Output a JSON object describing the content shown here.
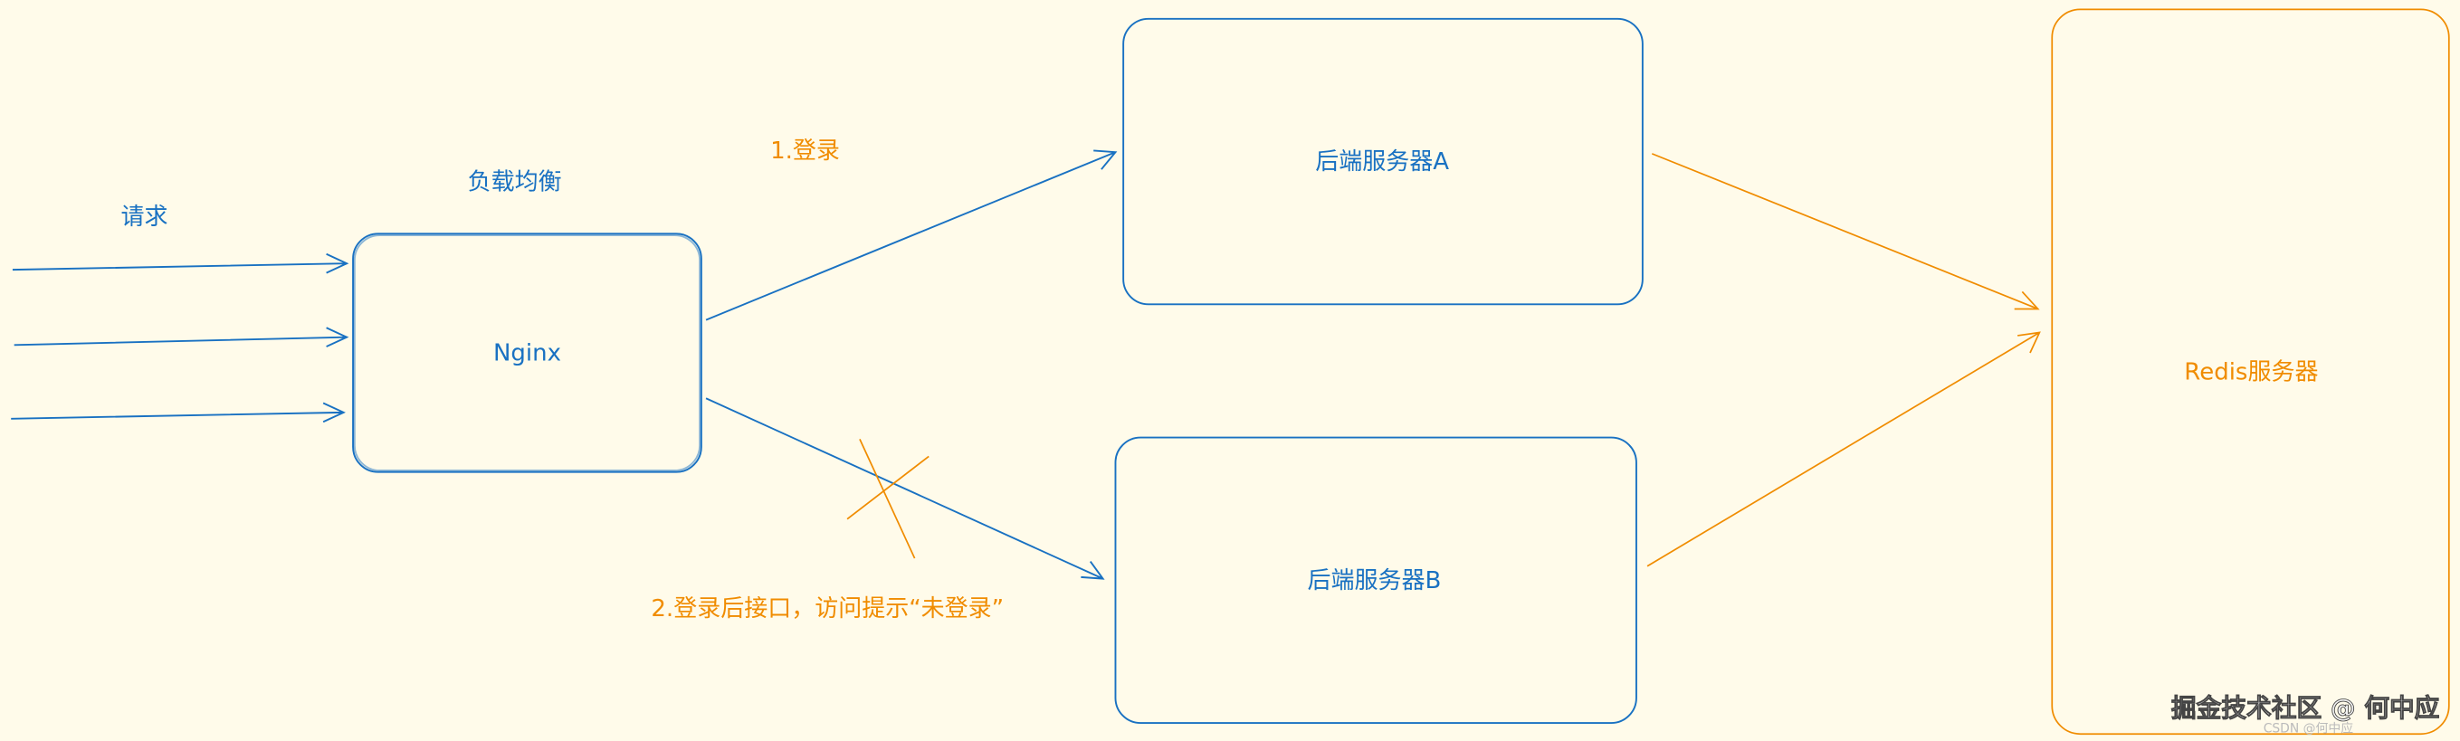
{
  "diagram": {
    "labels": {
      "request": "请求",
      "load_balance": "负载均衡",
      "step1": "1.登录",
      "step2": "2.登录后接口，访问提示“未登录”"
    },
    "nodes": {
      "nginx": "Nginx",
      "server_a": "后端服务器A",
      "server_b": "后端服务器B",
      "redis": "Redis服务器"
    },
    "colors": {
      "background": "#fffbea",
      "primary": "#1971c2",
      "accent": "#f08c00"
    }
  },
  "watermark": {
    "main": "掘金技术社区 @ 何中应",
    "sub": "CSDN @何中应"
  }
}
